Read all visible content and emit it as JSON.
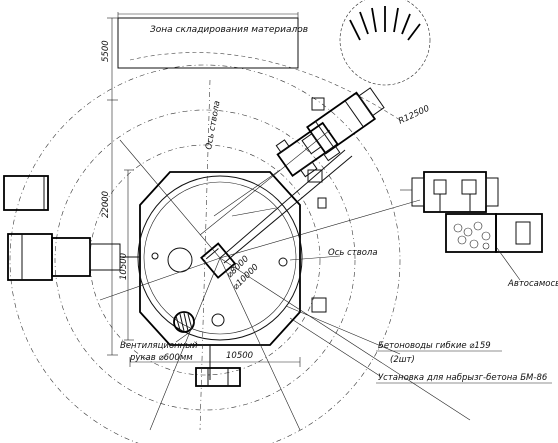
{
  "labels": {
    "storage_zone": "Зона складирования материалов",
    "shaft_axis_1": "Ось ствола",
    "shaft_axis_2": "Ось ствола",
    "dump_truck": "Автосамосвал",
    "concrete_pipes": "Бетоноводы гибкие ⌀159",
    "concrete_pipes_count": "(2шт)",
    "spray_unit": "Установка для набрызг-бетона БМ-86",
    "vent_sleeve_1": "Вентиляционный",
    "vent_sleeve_2": "рукав ⌀600мм"
  },
  "dimensions": {
    "d_5500": "5500",
    "d_22000": "22000",
    "d_10500_v": "10500",
    "d_10500_h": "10500",
    "d_r12500": "R12500",
    "d_8000": "⌀8000",
    "d_10000": "⌀10000"
  }
}
